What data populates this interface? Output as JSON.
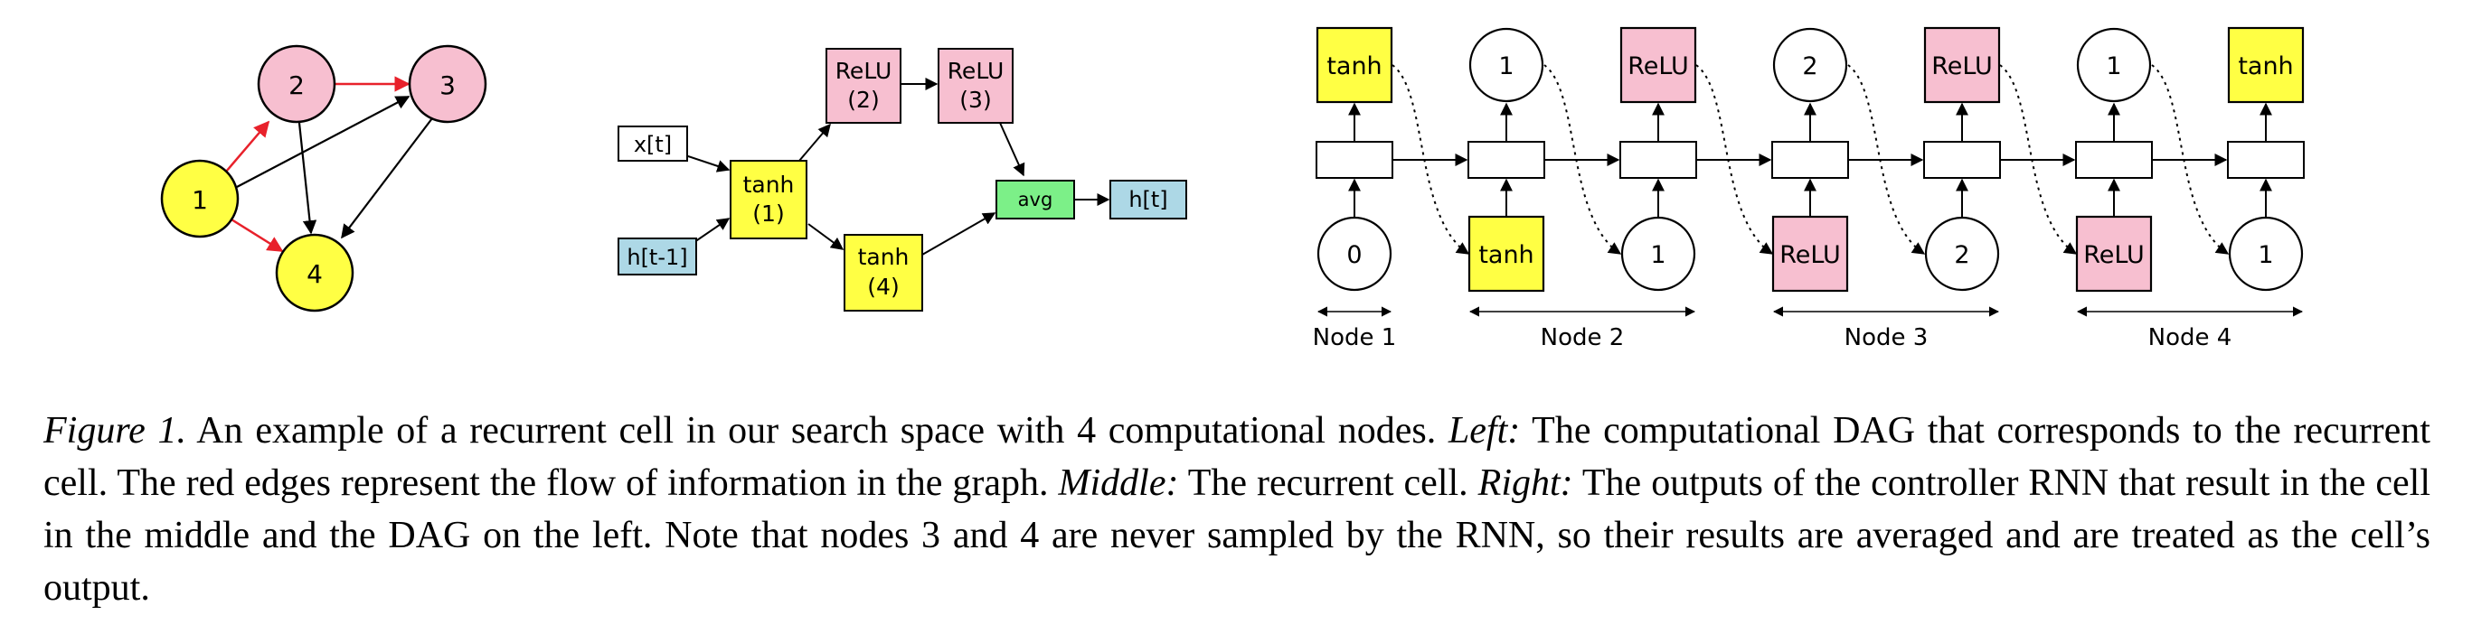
{
  "colors": {
    "yellow": "#FFFF44",
    "pink": "#F7BFD0",
    "lightblue": "#ADD8E6",
    "green": "#7CF088",
    "red_edge": "#E8212B",
    "black": "#000000"
  },
  "dag": {
    "nodes": {
      "n1": "1",
      "n2": "2",
      "n3": "3",
      "n4": "4"
    },
    "node_colors": {
      "n1": "yellow",
      "n2": "pink",
      "n3": "pink",
      "n4": "yellow"
    }
  },
  "cell": {
    "x_input": "x[t]",
    "h_input": "h[t-1]",
    "node1": [
      "tanh",
      "(1)"
    ],
    "node2": [
      "ReLU",
      "(2)"
    ],
    "node3": [
      "ReLU",
      "(3)"
    ],
    "node4": [
      "tanh",
      "(4)"
    ],
    "avg": "avg",
    "h_output": "h[t]"
  },
  "controller": {
    "top_outputs": [
      {
        "label": "tanh",
        "kind": "box",
        "color": "yellow"
      },
      {
        "label": "1",
        "kind": "circle"
      },
      {
        "label": "ReLU",
        "kind": "box",
        "color": "pink"
      },
      {
        "label": "2",
        "kind": "circle"
      },
      {
        "label": "ReLU",
        "kind": "box",
        "color": "pink"
      },
      {
        "label": "1",
        "kind": "circle"
      },
      {
        "label": "tanh",
        "kind": "box",
        "color": "yellow"
      }
    ],
    "bottom_inputs": [
      {
        "label": "0",
        "kind": "circle"
      },
      {
        "label": "tanh",
        "kind": "box",
        "color": "yellow"
      },
      {
        "label": "1",
        "kind": "circle"
      },
      {
        "label": "ReLU",
        "kind": "box",
        "color": "pink"
      },
      {
        "label": "2",
        "kind": "circle"
      },
      {
        "label": "ReLU",
        "kind": "box",
        "color": "pink"
      },
      {
        "label": "1",
        "kind": "circle"
      }
    ],
    "node_groups": [
      "Node 1",
      "Node 2",
      "Node 3",
      "Node 4"
    ]
  },
  "caption": {
    "figure_label": "Figure 1.",
    "intro": " An example of a recurrent cell in our search space with 4 computational nodes. ",
    "left_label": "Left:",
    "left_text": " The computational DAG that corresponds to the recurrent cell. The red edges represent the flow of information in the graph. ",
    "middle_label": "Middle:",
    "middle_text": " The recurrent cell. ",
    "right_label": "Right:",
    "right_text": " The outputs of the controller RNN that result in the cell in the middle and the DAG on the left. Note that nodes 3 and 4 are never sampled by the RNN, so their results are averaged and are treated as the cell’s output."
  }
}
